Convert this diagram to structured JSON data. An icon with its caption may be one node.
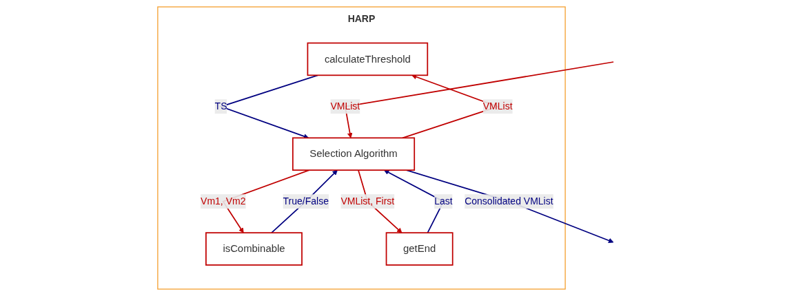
{
  "diagram": {
    "nodes": [
      {
        "text": [
          "HARP"
        ]
      },
      {
        "text": [
          "calculateThreshold"
        ],
        "in": 0
      },
      {
        "text": [
          "isCombinable"
        ],
        "in": 0
      },
      {
        "text": [
          "Selection Algorithm"
        ],
        "in": 0
      },
      {
        "text": [
          "getEnd"
        ],
        "in": 0
      }
    ],
    "edges": [
      {
        "from": 3,
        "to": 1,
        "arrow": "to",
        "label": "VMList",
        "color": "#c00000"
      },
      {
        "from": 1,
        "to": 3,
        "arrow": "to",
        "label": "TS",
        "color": "#000080"
      },
      {
        "from": 3,
        "to": 2,
        "arrow": "to",
        "label": "Vm1, Vm2",
        "color": "#c00000"
      },
      {
        "from": 2,
        "to": 3,
        "arrow": "to",
        "label": "True/False",
        "color": "#000080"
      },
      {
        "from": 3,
        "to": 4,
        "arrow": "to",
        "label": "VMList, First",
        "color": "#c00000"
      },
      {
        "from": 4,
        "to": 3,
        "arrow": "to",
        "label": "Last",
        "color": "#000080"
      },
      {
        "from": null,
        "to": 3,
        "arrow": "to",
        "label": "VMList",
        "color": "#c00000"
      },
      {
        "from": 3,
        "to": null,
        "arrow": "to",
        "label": "Consolidated VMList",
        "color": "#000080"
      }
    ]
  }
}
